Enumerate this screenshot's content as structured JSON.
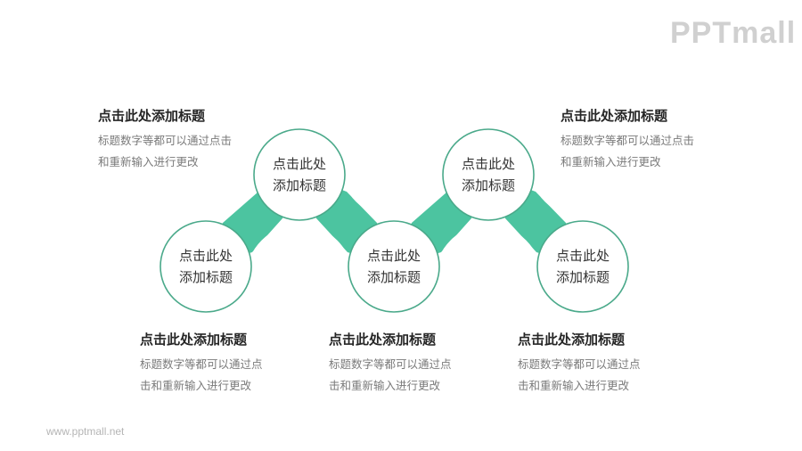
{
  "logo": {
    "text": "PPTmall"
  },
  "footer": {
    "url": "www.pptmall.net"
  },
  "colors": {
    "accent": "#4cc4a0",
    "circle_border": "#4aa98a",
    "title": "#262626",
    "desc": "#7a7a7a"
  },
  "nodes": [
    {
      "line1": "点击此处",
      "line2": "添加标题"
    },
    {
      "line1": "点击此处",
      "line2": "添加标题"
    },
    {
      "line1": "点击此处",
      "line2": "添加标题"
    },
    {
      "line1": "点击此处",
      "line2": "添加标题"
    },
    {
      "line1": "点击此处",
      "line2": "添加标题"
    }
  ],
  "captions": [
    {
      "title": "点击此处添加标题",
      "desc1": "标题数字等都可以通过点击",
      "desc2": "和重新输入进行更改"
    },
    {
      "title": "点击此处添加标题",
      "desc1": "标题数字等都可以通过点击",
      "desc2": "和重新输入进行更改"
    },
    {
      "title": "点击此处添加标题",
      "desc1": "标题数字等都可以通过点",
      "desc2": "击和重新输入进行更改"
    },
    {
      "title": "点击此处添加标题",
      "desc1": "标题数字等都可以通过点",
      "desc2": "击和重新输入进行更改"
    },
    {
      "title": "点击此处添加标题",
      "desc1": "标题数字等都可以通过点",
      "desc2": "击和重新输入进行更改"
    }
  ]
}
